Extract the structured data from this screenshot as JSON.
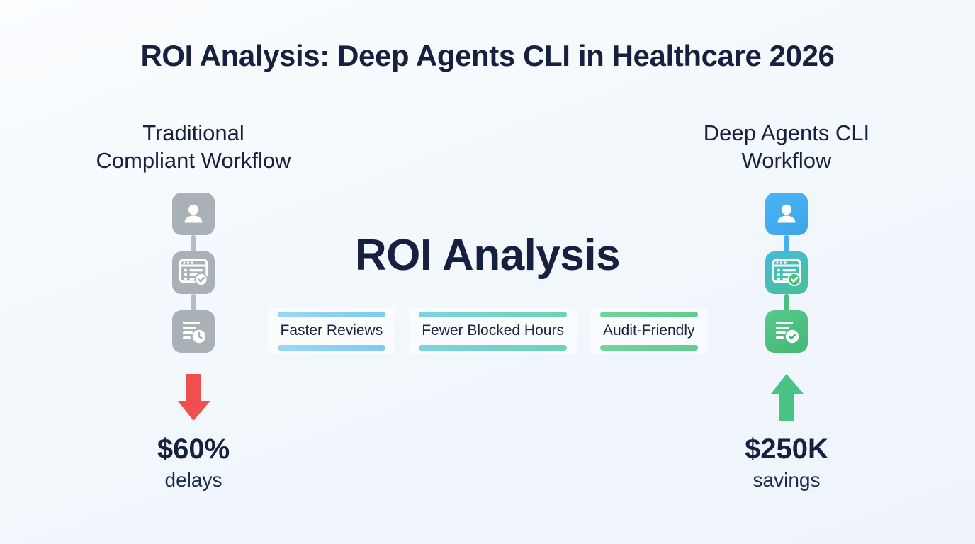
{
  "title": "ROI Analysis: Deep Agents CLI in Healthcare 2026",
  "center": {
    "heading": "ROI Analysis",
    "benefits": [
      {
        "label": "Faster Reviews",
        "bar_color_start": "#9ad7f7",
        "bar_color_end": "#7fc9ef"
      },
      {
        "label": "Fewer Blocked Hours",
        "bar_color_start": "#7cd3df",
        "bar_color_end": "#6ed2b4"
      },
      {
        "label": "Audit-Friendly",
        "bar_color_start": "#73d39a",
        "bar_color_end": "#63cc8d"
      }
    ]
  },
  "columns": {
    "traditional": {
      "heading_line1": "Traditional",
      "heading_line2": "Compliant Workflow",
      "icons": [
        {
          "name": "person-icon",
          "tile_color": "#a9b0b6"
        },
        {
          "name": "checklist-window-icon",
          "tile_color": "#a9b0b6"
        },
        {
          "name": "document-clock-icon",
          "tile_color": "#a9b0b6"
        }
      ],
      "arrow": {
        "name": "arrow-down-icon",
        "color": "#ef4f4f",
        "direction": "down"
      },
      "stat_value": "$60%",
      "stat_label": "delays"
    },
    "deepagents": {
      "heading_line1": "Deep Agents CLI",
      "heading_line2": "Workflow",
      "icons": [
        {
          "name": "person-icon",
          "tile_color": "#42aaf0"
        },
        {
          "name": "checklist-window-icon",
          "tile_color": "#40bcd0"
        },
        {
          "name": "document-check-icon",
          "tile_color": "#4cc07f"
        }
      ],
      "arrow": {
        "name": "arrow-up-icon",
        "color": "#47c484",
        "direction": "up"
      },
      "stat_value": "$250K",
      "stat_label": "savings"
    }
  },
  "colors": {
    "background": "#f4f8fc",
    "ink": "#15213f",
    "negative": "#ef4f4f",
    "positive": "#47c484",
    "blue": "#42aaf0",
    "teal": "#40bcd0",
    "gray": "#a9b0b6"
  }
}
